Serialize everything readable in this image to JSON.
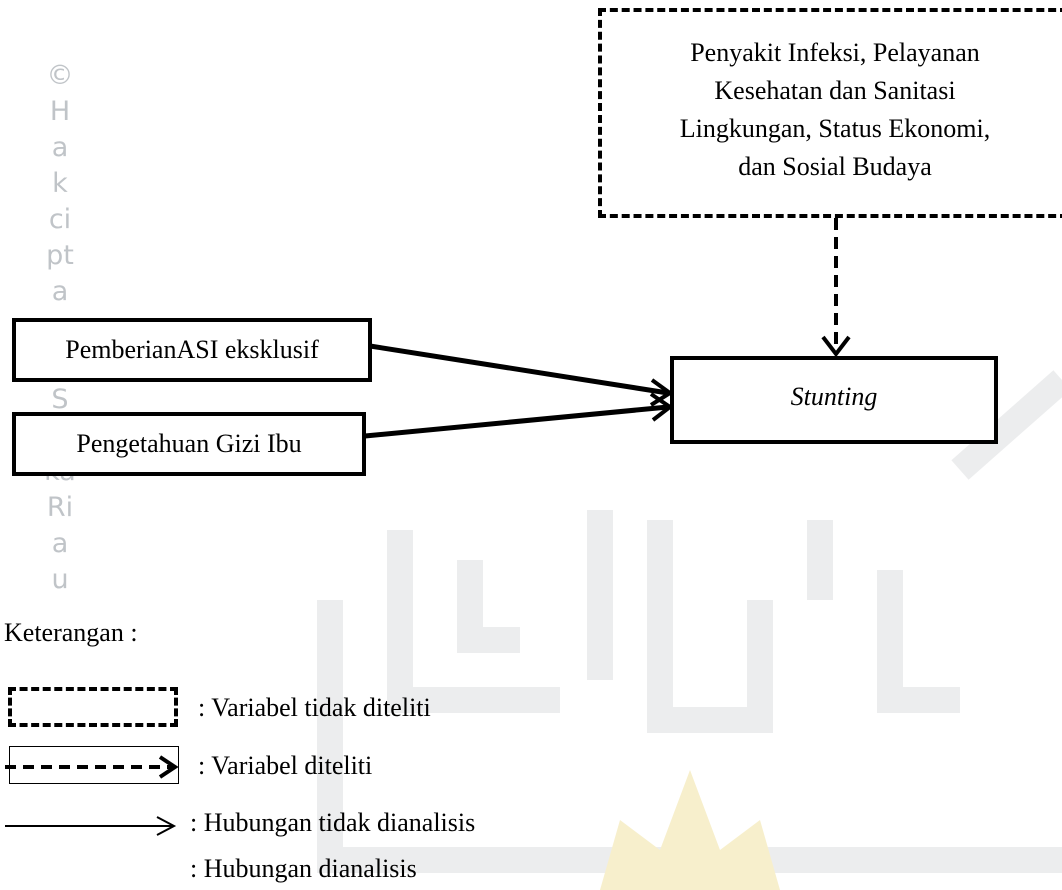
{
  "watermark": {
    "vertical_text": "© Hak cipta m U Suska Riau"
  },
  "diagram": {
    "external_factors_box": {
      "line1": "Penyakit Infeksi, Pelayanan",
      "line2": "Kesehatan dan Sanitasi",
      "line3": "Lingkungan, Status Ekonomi,",
      "line4": "dan Sosial Budaya"
    },
    "asi_box": "PemberianASI eksklusif",
    "gizi_box": "Pengetahuan Gizi Ibu",
    "stunting_box": "Stunting"
  },
  "legend": {
    "title": "Keterangan :",
    "items": [
      {
        "label": ": Variabel tidak diteliti"
      },
      {
        "label": ": Variabel diteliti"
      },
      {
        "label": ": Hubungan tidak dianalisis"
      },
      {
        "label": ": Hubungan dianalisis"
      }
    ]
  }
}
